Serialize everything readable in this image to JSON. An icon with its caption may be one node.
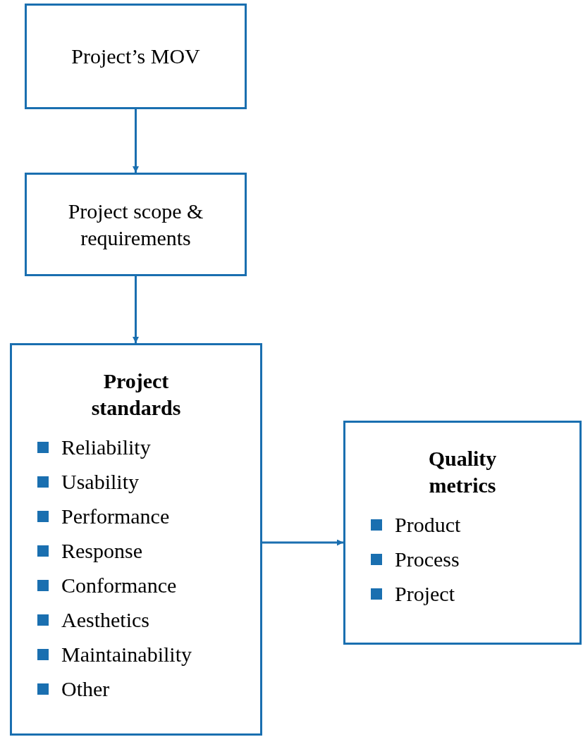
{
  "diagram": {
    "nodes": [
      {
        "text": [
          "Project’s MOV"
        ]
      },
      {
        "text": [
          "Project scope & requirements"
        ]
      },
      {
        "text": [
          "Project standards",
          "Reliability",
          "Usability",
          "Performance",
          "Response",
          "Conformance",
          "Aesthetics",
          "Maintainability",
          "Other"
        ]
      },
      {
        "text": [
          "Quality metrics",
          "Product",
          "Process",
          "Project"
        ]
      }
    ],
    "edges": [
      {
        "from": 0,
        "to": 1,
        "arrow": "to"
      },
      {
        "from": 1,
        "to": 2,
        "arrow": "to"
      },
      {
        "from": 2,
        "to": 3,
        "arrow": "to"
      }
    ]
  }
}
